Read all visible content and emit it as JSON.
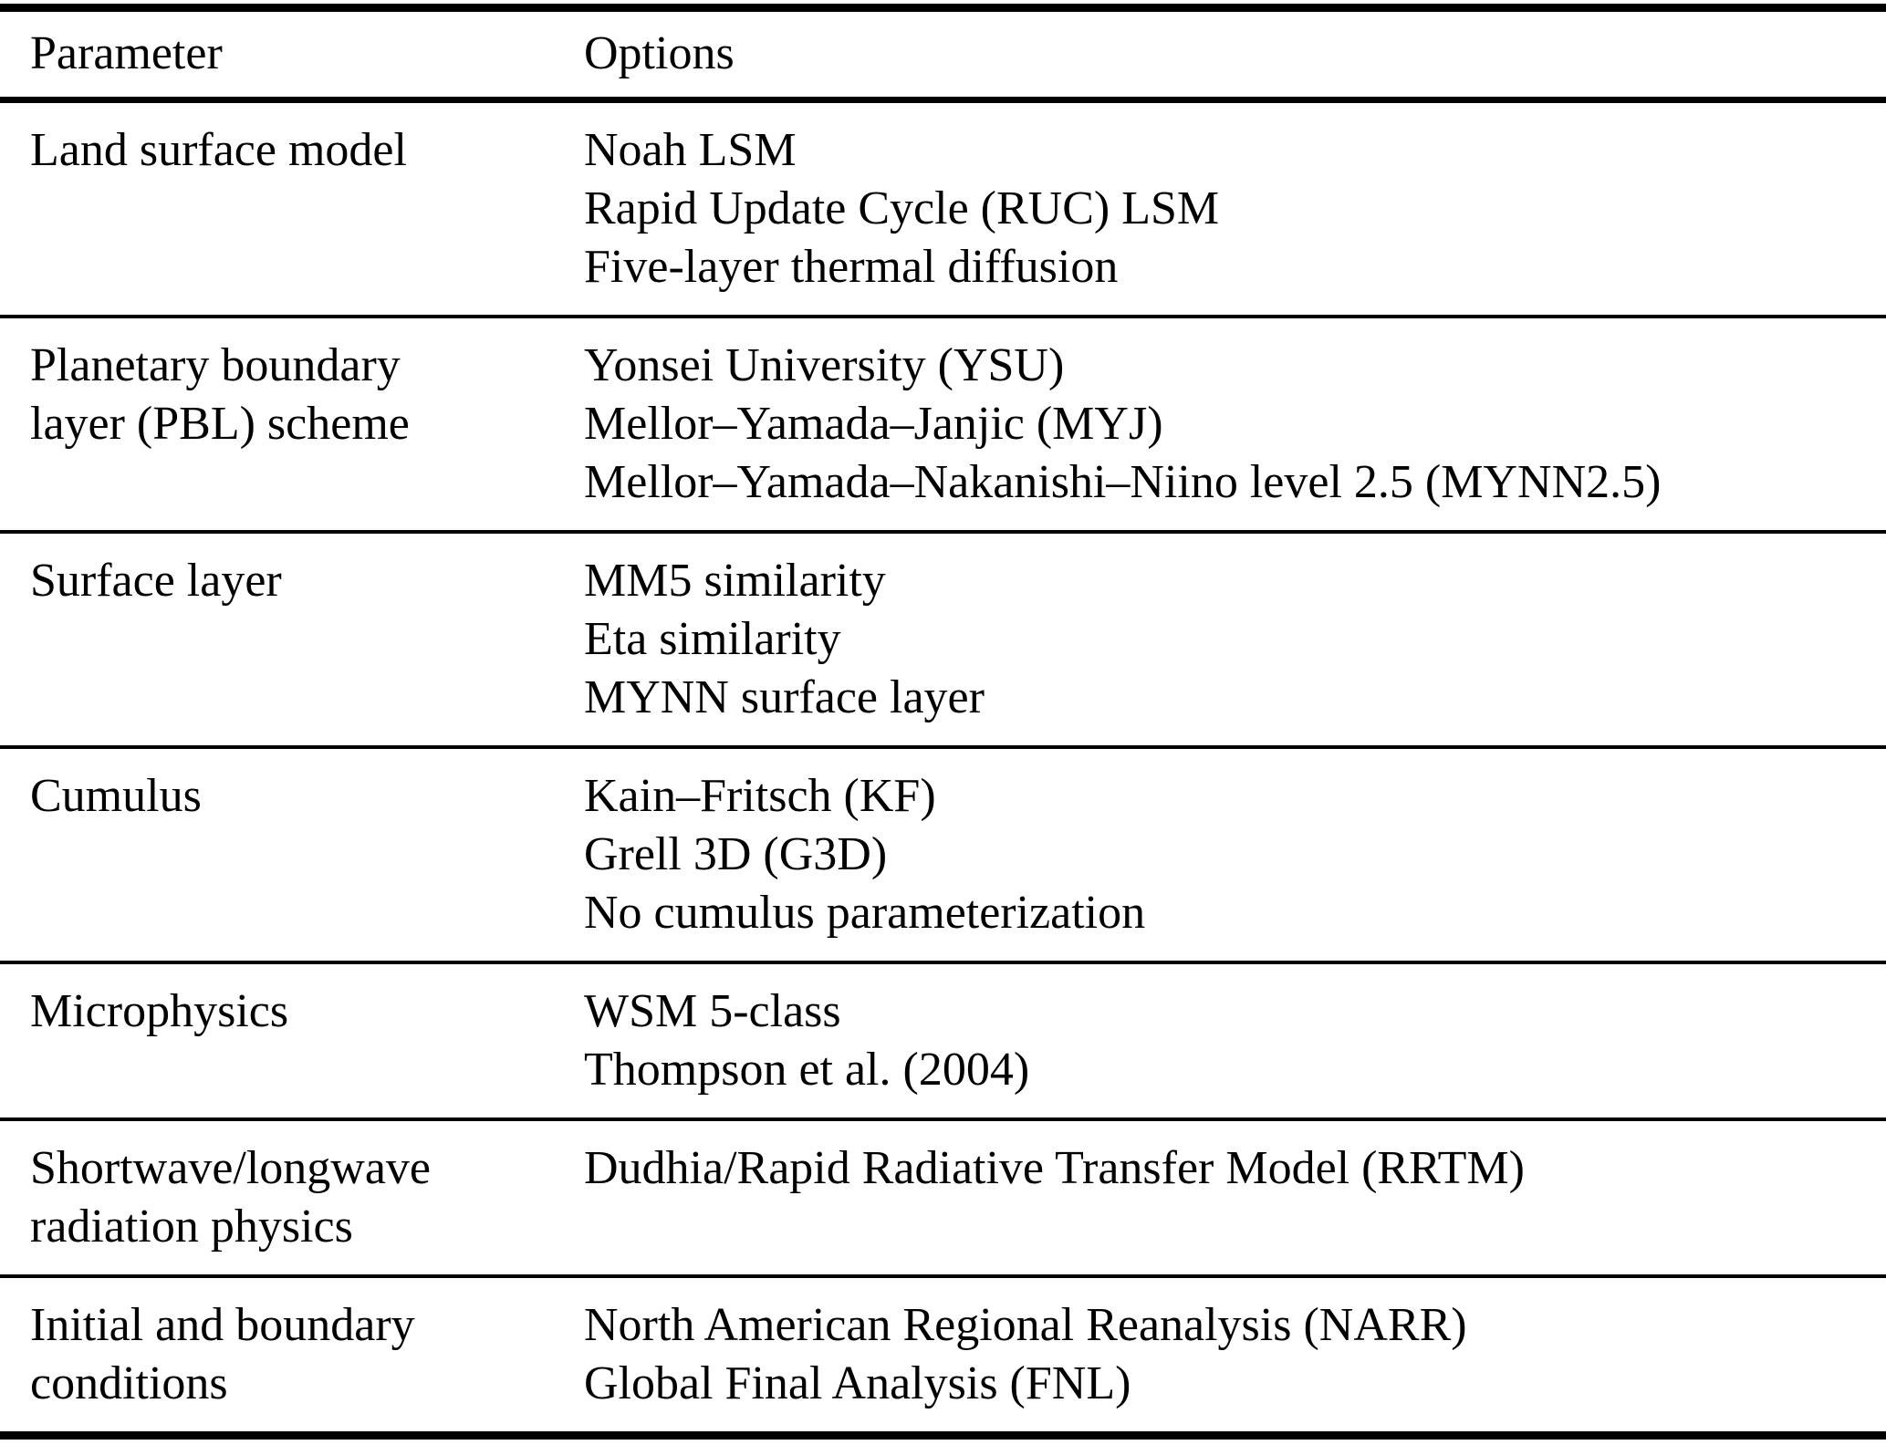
{
  "table": {
    "header": {
      "parameter": "Parameter",
      "options": "Options"
    },
    "rows": [
      {
        "parameter_lines": [
          "Land surface model"
        ],
        "options": [
          "Noah LSM",
          "Rapid Update Cycle (RUC) LSM",
          "Five-layer thermal diffusion"
        ]
      },
      {
        "parameter_lines": [
          "Planetary boundary",
          "layer (PBL) scheme"
        ],
        "options": [
          "Yonsei University (YSU)",
          "Mellor–Yamada–Janjic (MYJ)",
          "Mellor–Yamada–Nakanishi–Niino level 2.5 (MYNN2.5)"
        ]
      },
      {
        "parameter_lines": [
          "Surface layer"
        ],
        "options": [
          "MM5 similarity",
          "Eta similarity",
          "MYNN surface layer"
        ]
      },
      {
        "parameter_lines": [
          "Cumulus"
        ],
        "options": [
          "Kain–Fritsch (KF)",
          "Grell 3D (G3D)",
          "No cumulus parameterization"
        ]
      },
      {
        "parameter_lines": [
          "Microphysics"
        ],
        "options": [
          "WSM 5-class",
          "Thompson et al. (2004)"
        ]
      },
      {
        "parameter_lines": [
          "Shortwave/longwave",
          "radiation physics"
        ],
        "options": [
          "Dudhia/Rapid Radiative Transfer Model (RRTM)"
        ]
      },
      {
        "parameter_lines": [
          "Initial and boundary",
          "conditions"
        ],
        "options": [
          "North American Regional Reanalysis (NARR)",
          "Global Final Analysis (FNL)"
        ]
      }
    ],
    "colors": {
      "text": "#000000",
      "background": "#ffffff",
      "rule": "#000000"
    }
  }
}
